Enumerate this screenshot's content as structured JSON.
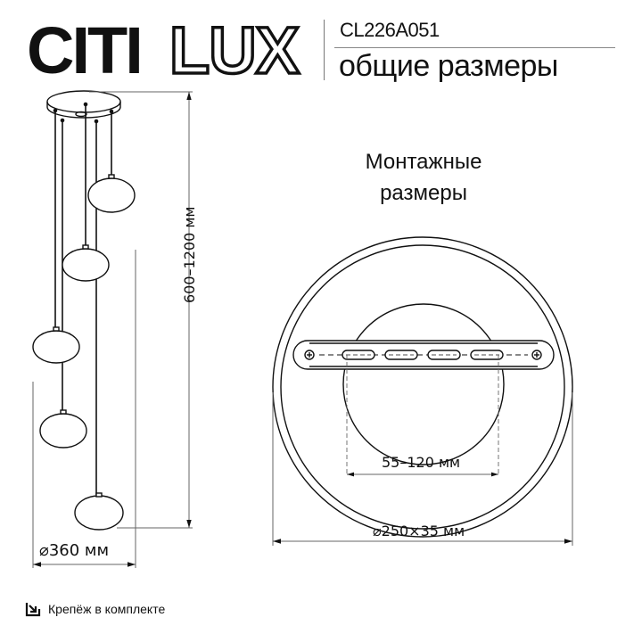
{
  "brand": {
    "logo_text_solid": "CITI",
    "logo_text_outline": "LUX"
  },
  "header": {
    "model": "CL226A051",
    "subtitle": "общие размеры"
  },
  "pendant_view": {
    "height_dimension": "600–1200 мм",
    "diameter_dimension": "⌀360 мм",
    "shade_count": 5
  },
  "mounting_view": {
    "title_line1": "Монтажные",
    "title_line2": "размеры",
    "bracket_span_dimension": "55–120 мм",
    "canopy_dimension": "⌀250×35 мм",
    "bracket_slots": 4,
    "bracket_screws": 2
  },
  "footer": {
    "icon": "mount-arrow-icon",
    "note": "Крепёж в комплекте"
  },
  "colors": {
    "line": "#111111",
    "dimension_line": "#777777",
    "background": "#ffffff"
  }
}
